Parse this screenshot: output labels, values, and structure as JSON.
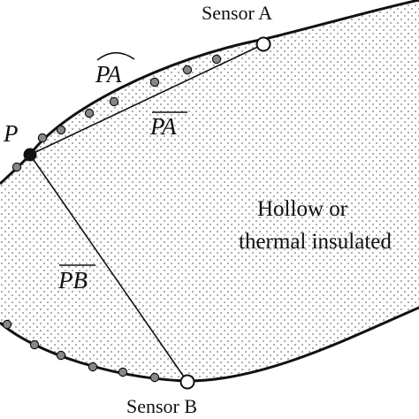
{
  "labels": {
    "sensor_a": "Sensor A",
    "sensor_b": "Sensor B",
    "point_p": "P",
    "arc_pa": "PA",
    "chord_pa": "PA",
    "chord_pb": "PB",
    "region_line1": "Hollow or",
    "region_line2": "thermal insulated"
  },
  "colors": {
    "outline": "#111111",
    "sensor_fill": "#ffffff",
    "node_fill": "#888888",
    "p_fill": "#111111",
    "dots": "#6a6a6a"
  }
}
